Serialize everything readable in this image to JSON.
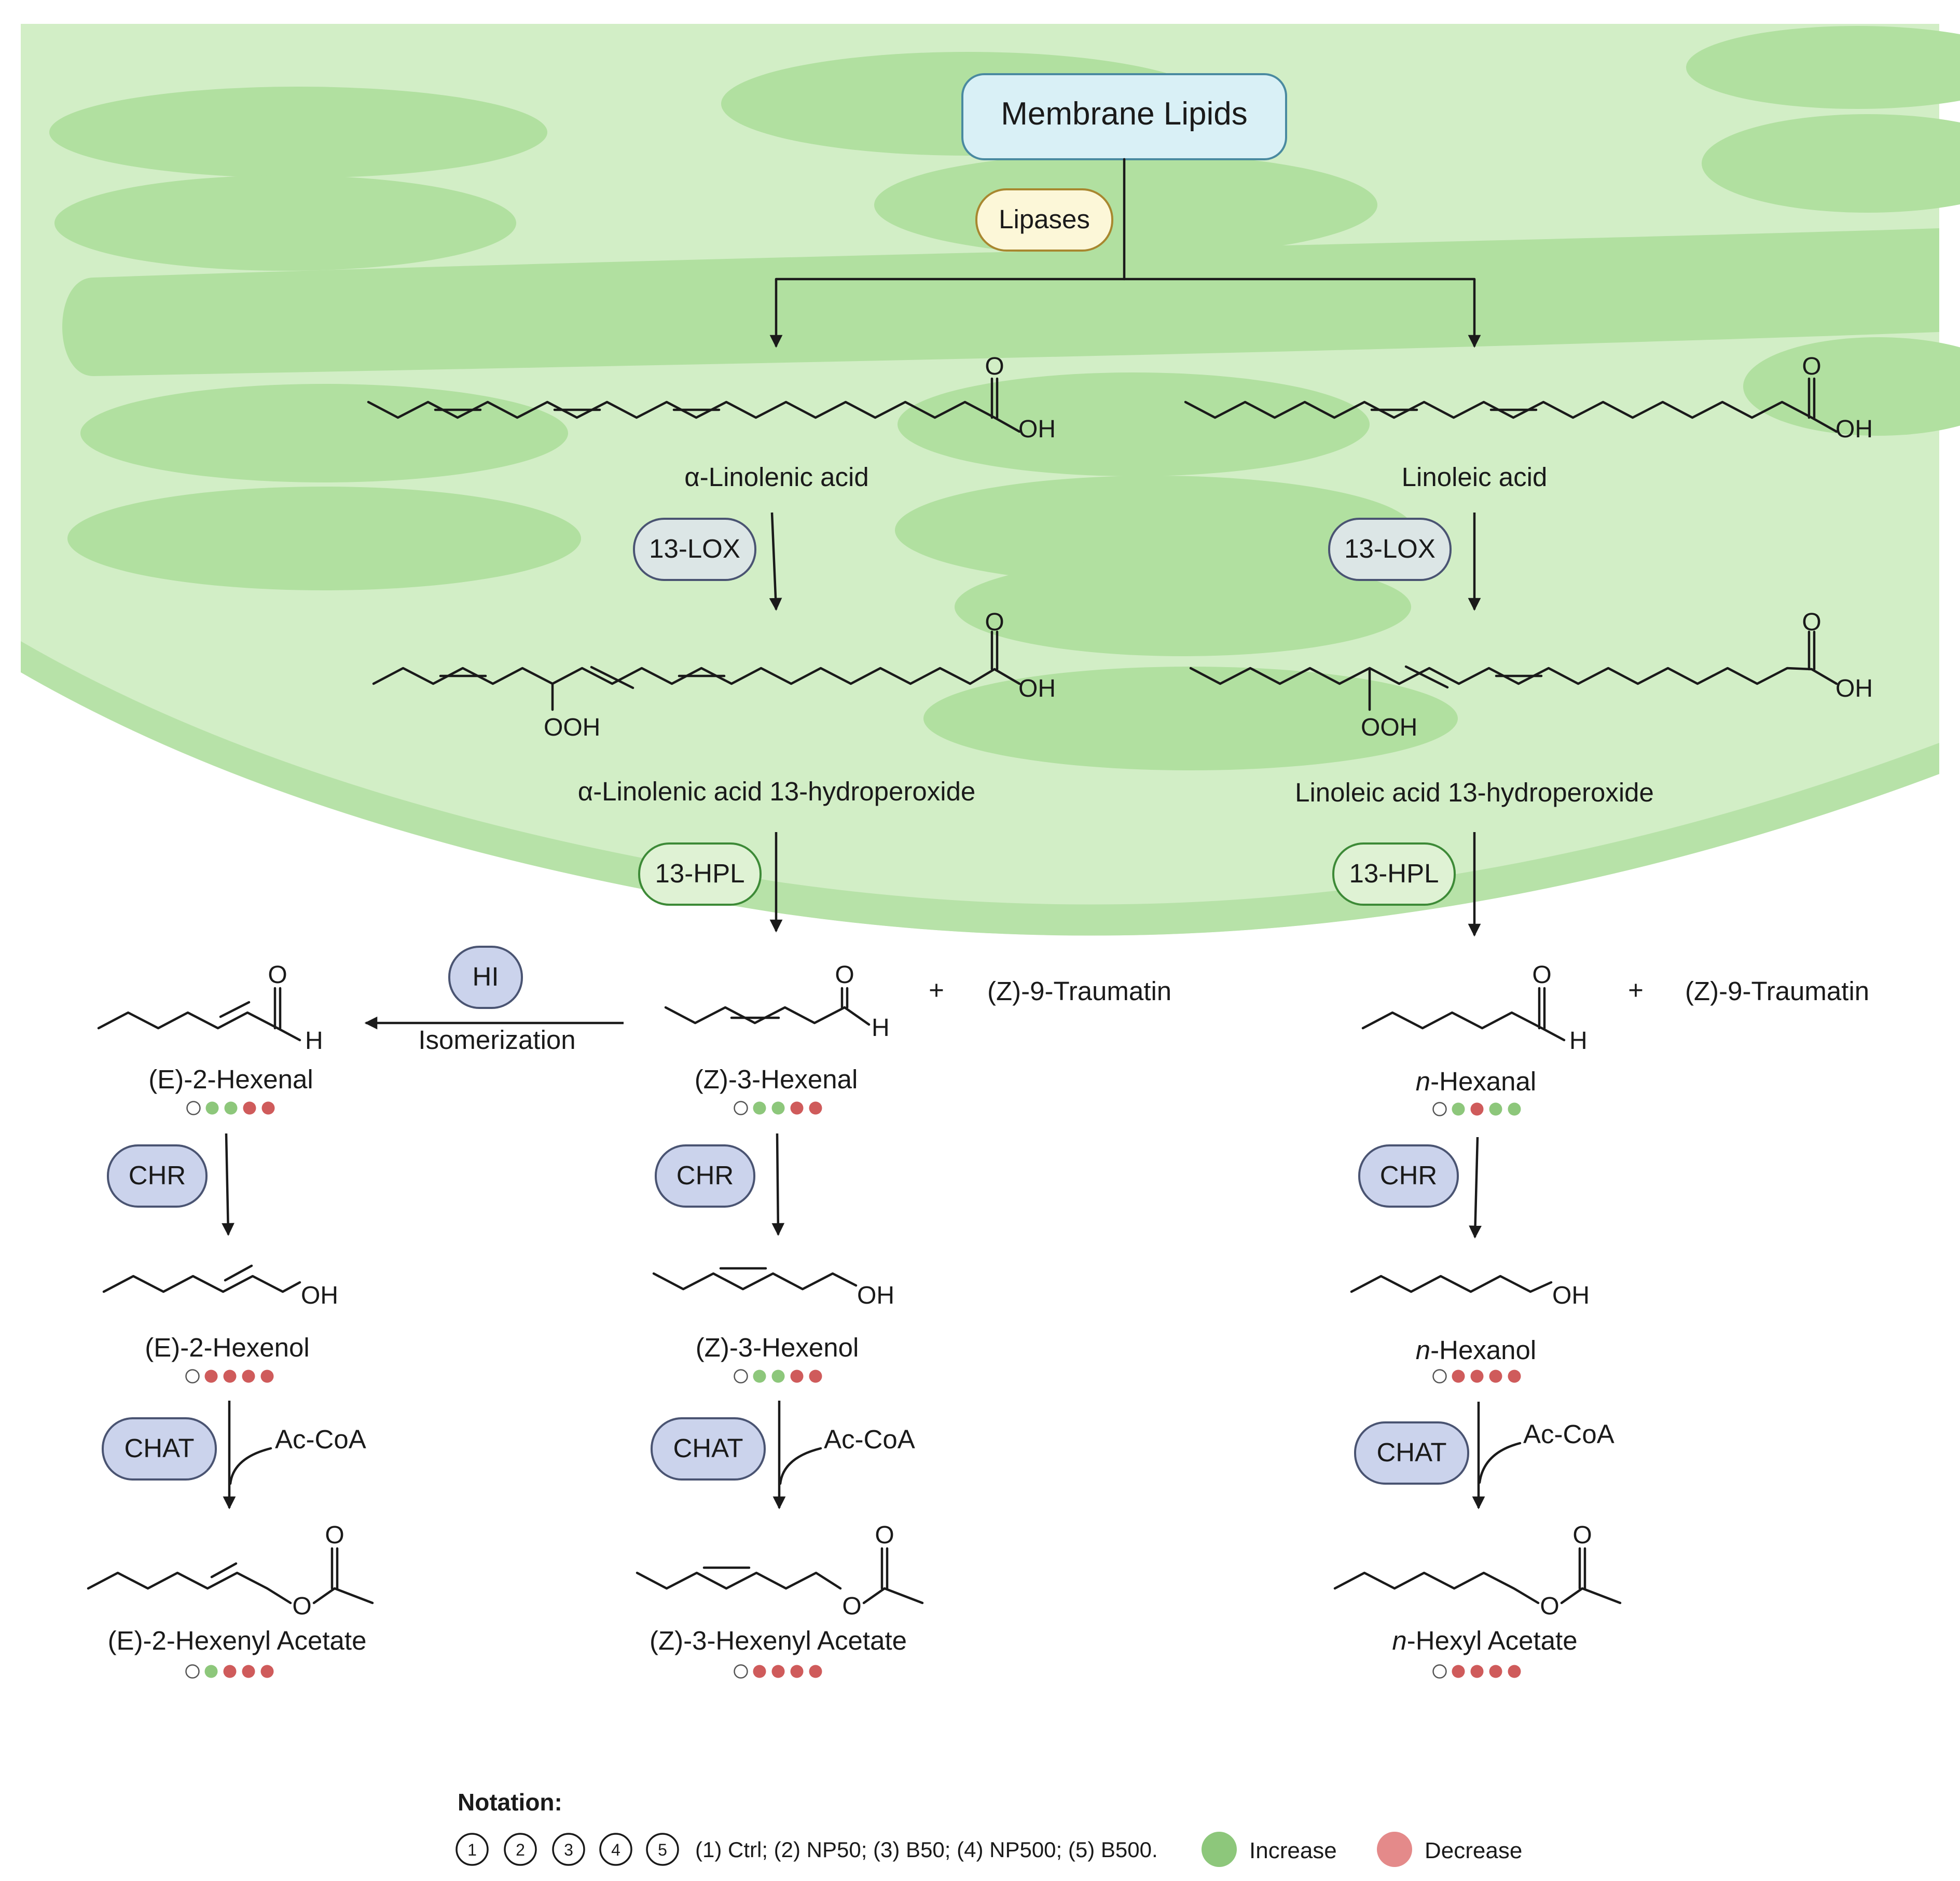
{
  "title": "Membrane Lipids",
  "colors": {
    "cell": "#d2eec6",
    "cell_edge": "#b7e2a8",
    "organelle": "#b1e0a0",
    "title_box": "#d9f0f6",
    "title_border": "#4a8aa0",
    "lipase_fill": "#fcf7d8",
    "lipase_border": "#a8872f",
    "lox_fill": "#dce6e6",
    "hpl_fill": "#dff2d4",
    "hpl_border": "#3d8a37",
    "enzyme_fill": "#cbd3ec",
    "enzyme_border": "#4a5472",
    "increase": "#8dc77b",
    "decrease": "#cf5b5b",
    "ctrl": "#ffffff"
  },
  "enzymes": {
    "lipases": "Lipases",
    "lox_left": "13-LOX",
    "lox_right": "13-LOX",
    "hpl_left": "13-HPL",
    "hpl_right": "13-HPL",
    "hi": "HI",
    "chr_1": "CHR",
    "chr_2": "CHR",
    "chr_3": "CHR",
    "chat_1": "CHAT",
    "chat_2": "CHAT",
    "chat_3": "CHAT"
  },
  "labels": {
    "isomerization": "Isomerization",
    "acoa_1": "Ac-CoA",
    "acoa_2": "Ac-CoA",
    "acoa_3": "Ac-CoA",
    "plus_1": "+",
    "plus_2": "+",
    "traumatin_1": "(Z)-9-Traumatin",
    "traumatin_2": "(Z)-9-Traumatin"
  },
  "atoms": {
    "o": "O",
    "oh": "OH",
    "ooh": "OOH",
    "h": "H"
  },
  "compounds": [
    {
      "id": "ala",
      "name": "α-Linolenic acid",
      "markers": []
    },
    {
      "id": "la",
      "name": "Linoleic acid",
      "markers": []
    },
    {
      "id": "ala13",
      "name": "α-Linolenic acid 13-hydroperoxide",
      "markers": []
    },
    {
      "id": "la13",
      "name": "Linoleic acid 13-hydroperoxide",
      "markers": []
    },
    {
      "id": "e2hexenal",
      "name": "(E)-2-Hexenal",
      "markers": [
        "ctrl",
        "increase",
        "increase",
        "decrease",
        "decrease"
      ]
    },
    {
      "id": "z3hexenal",
      "name": "(Z)-3-Hexenal",
      "markers": [
        "ctrl",
        "increase",
        "increase",
        "decrease",
        "decrease"
      ]
    },
    {
      "id": "hexanal",
      "name_prefix": "n",
      "name": "-Hexanal",
      "markers": [
        "ctrl",
        "increase",
        "decrease",
        "increase",
        "increase"
      ]
    },
    {
      "id": "e2hexenol",
      "name": "(E)-2-Hexenol",
      "markers": [
        "ctrl",
        "decrease",
        "decrease",
        "decrease",
        "decrease"
      ]
    },
    {
      "id": "z3hexenol",
      "name": "(Z)-3-Hexenol",
      "markers": [
        "ctrl",
        "increase",
        "increase",
        "decrease",
        "decrease"
      ]
    },
    {
      "id": "hexanol",
      "name_prefix": "n",
      "name": "-Hexanol",
      "markers": [
        "ctrl",
        "decrease",
        "decrease",
        "decrease",
        "decrease"
      ]
    },
    {
      "id": "e2hexenylacetate",
      "name": "(E)-2-Hexenyl Acetate",
      "markers": [
        "ctrl",
        "increase",
        "decrease",
        "decrease",
        "decrease"
      ]
    },
    {
      "id": "z3hexenylacetate",
      "name": "(Z)-3-Hexenyl Acetate",
      "markers": [
        "ctrl",
        "decrease",
        "decrease",
        "decrease",
        "decrease"
      ]
    },
    {
      "id": "hexylacetate",
      "name_prefix": "n",
      "name": "-Hexyl Acetate",
      "markers": [
        "ctrl",
        "decrease",
        "decrease",
        "decrease",
        "decrease"
      ]
    }
  ],
  "legend": {
    "heading": "Notation:",
    "numbers": [
      "1",
      "2",
      "3",
      "4",
      "5"
    ],
    "treatments": "(1) Ctrl; (2) NP50; (3) B50; (4) NP500; (5) B500.",
    "increase": "Increase",
    "decrease": "Decrease"
  }
}
